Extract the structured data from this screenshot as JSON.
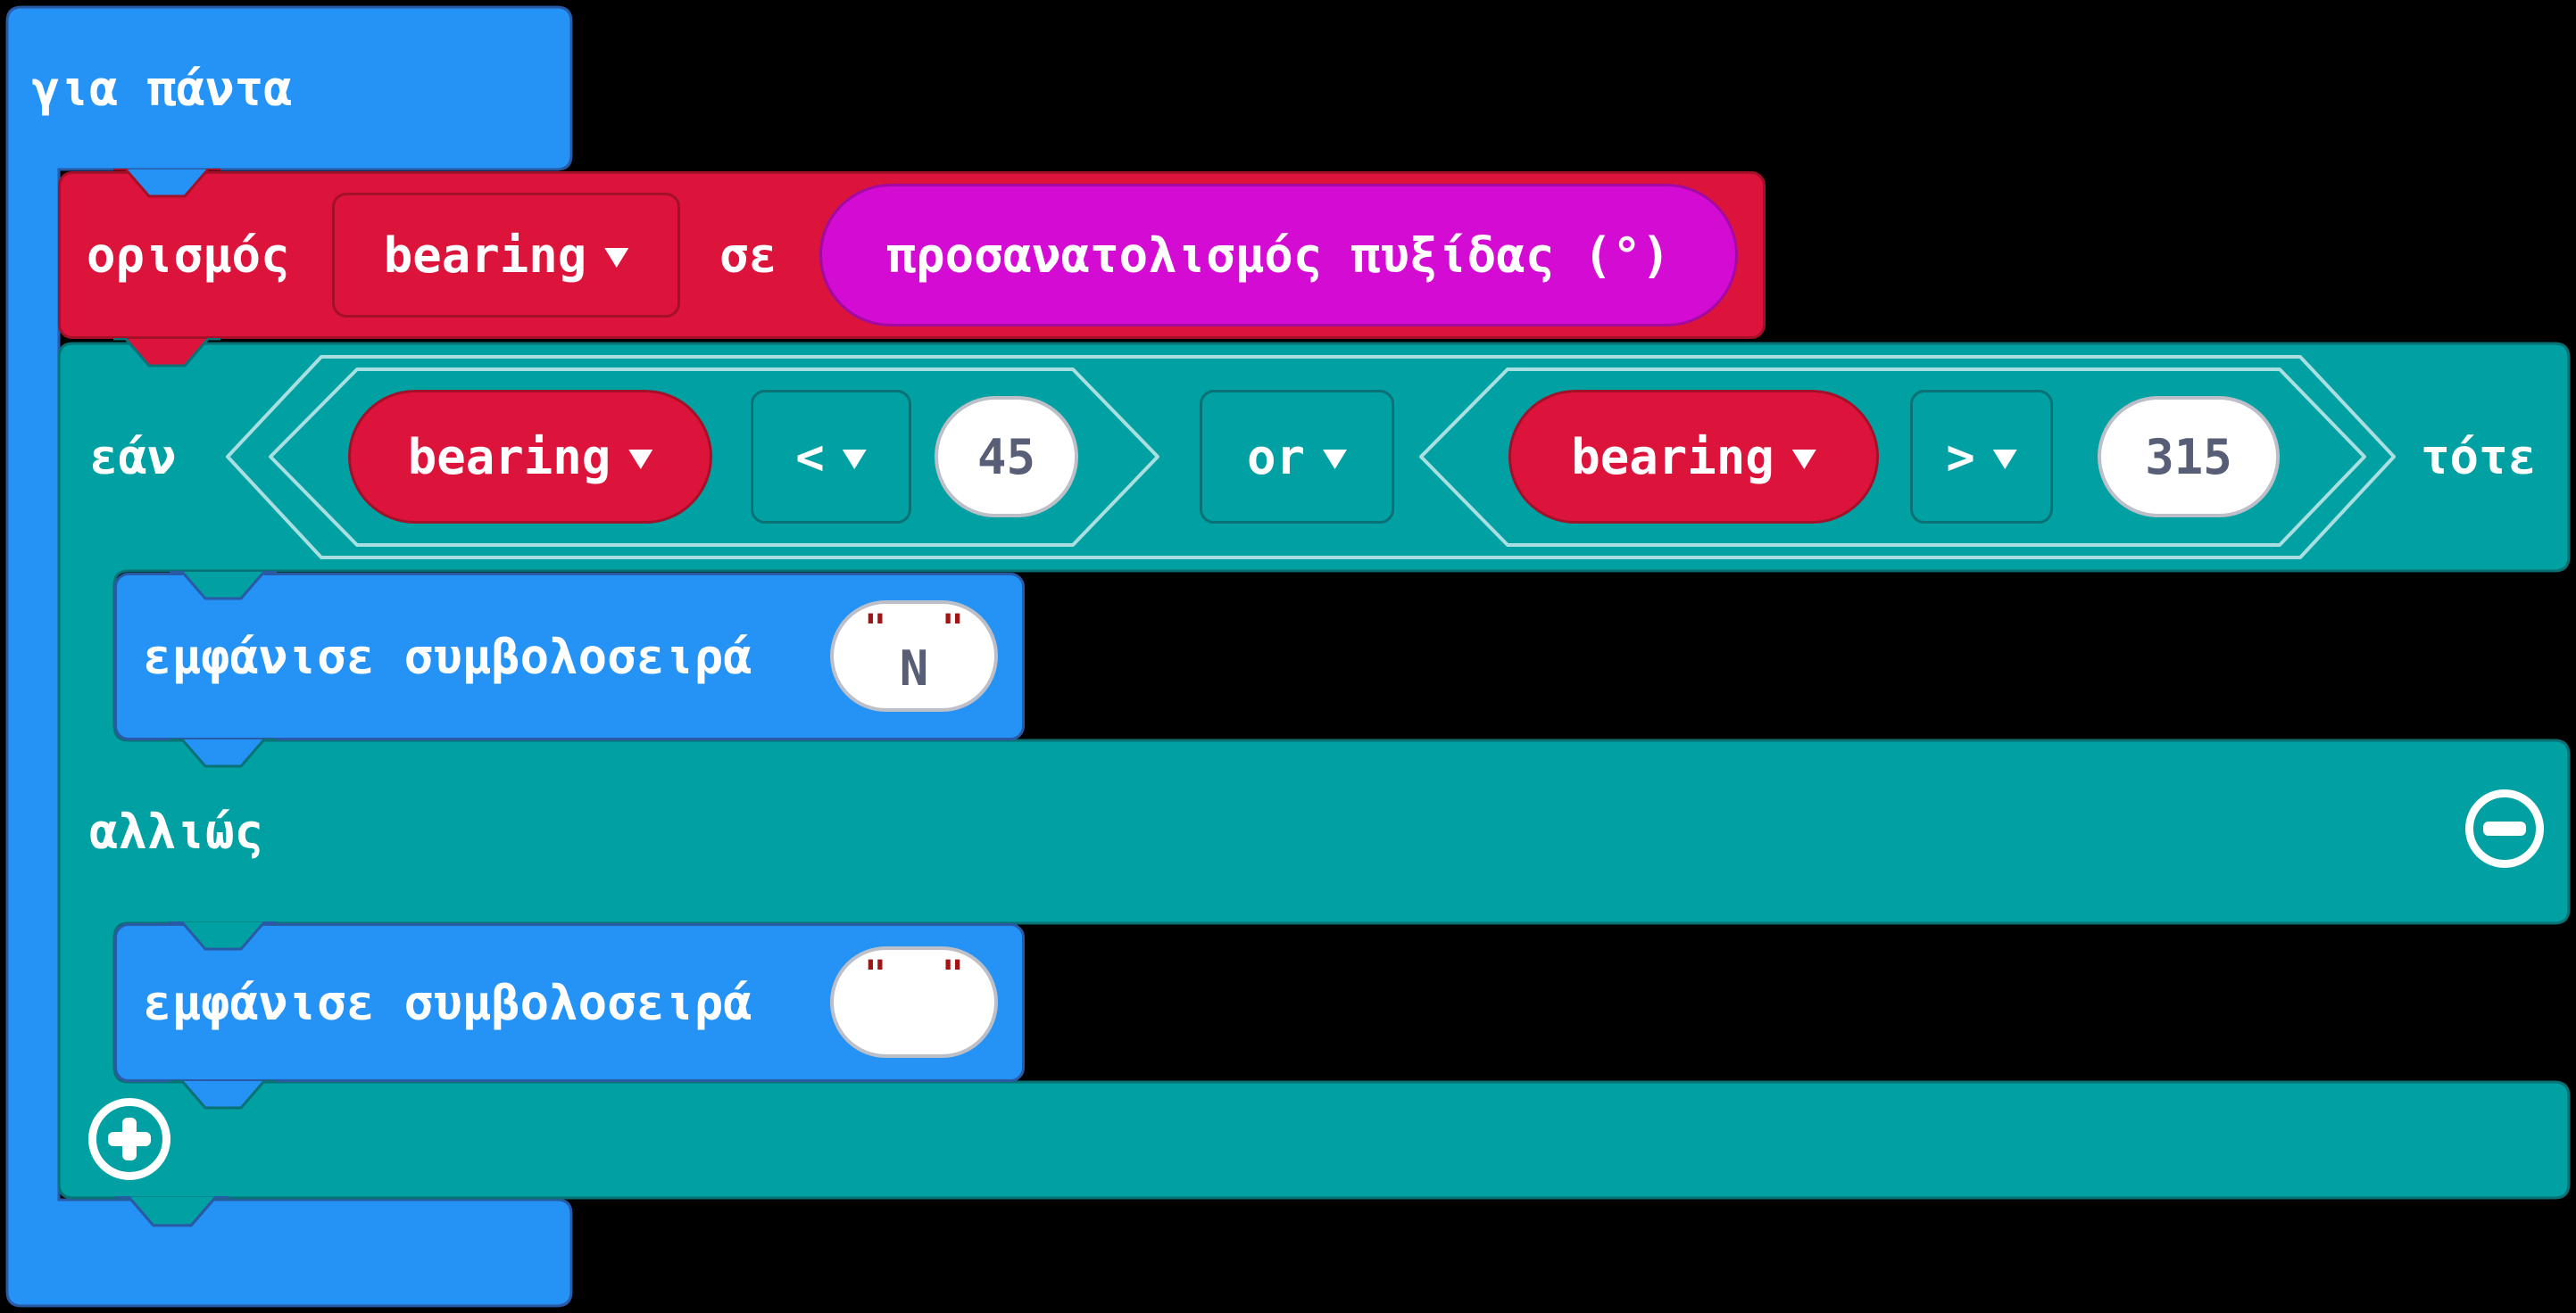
{
  "palette": {
    "background": "#000000",
    "basic_blue": "#2493F5",
    "basic_blue_border": "#2A5AA5",
    "logic_teal": "#00A0A3",
    "logic_teal_border": "#0A7175",
    "logic_outline": "#A9DFE1",
    "variables_red": "#DC143C",
    "variables_red_border": "#A51029",
    "input_magenta": "#D30BD3",
    "input_magenta_border": "#A309A3",
    "field_text": "#575E75",
    "quote_red": "#A31515"
  },
  "ui": {
    "quote_mark": "\""
  },
  "forever": {
    "label": "για πάντα"
  },
  "set_block": {
    "keyword": "ορισμός",
    "variable": "bearing",
    "to": "σε",
    "value_label": "προσανατολισμός πυξίδας (°)"
  },
  "if_block": {
    "if": "εάν",
    "then": "τότε",
    "else": "αλλιώς",
    "cond_left": {
      "var": "bearing",
      "op": "<",
      "value": "45"
    },
    "logic_op": "or",
    "cond_right": {
      "var": "bearing",
      "op": ">",
      "value": "315"
    }
  },
  "show_then": {
    "label": "εμφάνισε συμβολοσειρά",
    "value": "N"
  },
  "show_else": {
    "label": "εμφάνισε συμβολοσειρά",
    "value": ""
  }
}
